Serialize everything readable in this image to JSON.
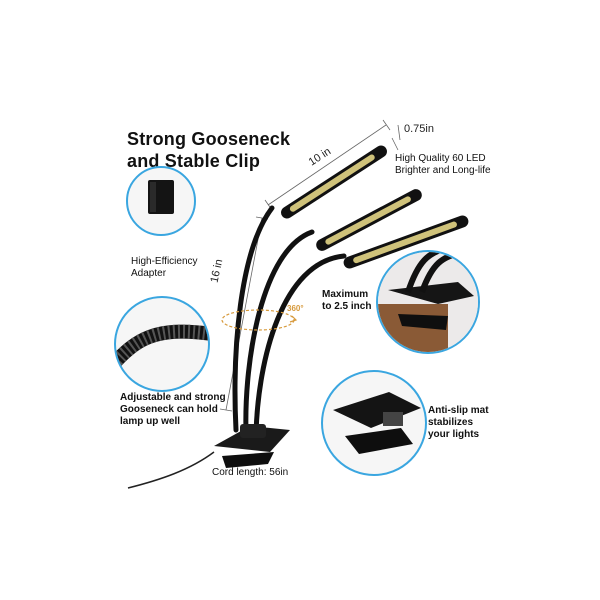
{
  "title": {
    "line1": "Strong Gooseneck",
    "line2": "and Stable Clip"
  },
  "dimensions": {
    "width": "0.75in",
    "length": "10 in",
    "height": "16 in",
    "rotation": "360°"
  },
  "callouts": {
    "led": {
      "line1": "High Quality 60 LED",
      "line2": "Brighter and Long-life"
    },
    "adapter": {
      "line1": "High-Efficiency",
      "line2": "Adapter"
    },
    "clip_range": {
      "line1": "Maximum",
      "line2": "to 2.5 inch"
    },
    "gooseneck": {
      "line1": "Adjustable and strong",
      "line2": "Gooseneck can hold",
      "line3": "lamp up well"
    },
    "anti_slip": {
      "line1": "Anti-slip mat",
      "line2": "stabilizes",
      "line3": "your lights"
    },
    "cord": "Cord length: 56in"
  },
  "colors": {
    "accent": "#3aa6e0",
    "lamp_body": "#111111",
    "led_strip": "#cfc27a"
  }
}
